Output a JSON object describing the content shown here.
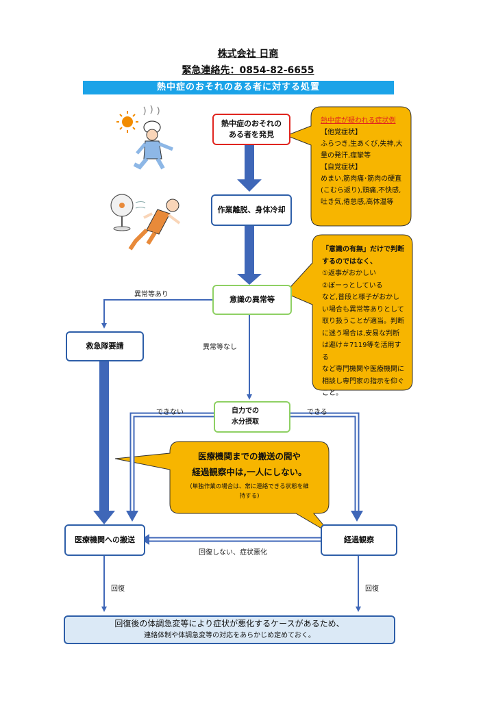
{
  "header": {
    "company": "株式会社 日商",
    "emergency_contact": "緊急連絡先：0854-82-6655"
  },
  "banner": "熱中症のおそれのある者に対する処置",
  "boxes": {
    "discover_line1": "熱中症のおそれの",
    "discover_line2": "ある者を発見",
    "cooling": "作業離脱、身体冷却",
    "consciousness": "意識の異常等",
    "ambulance": "救急隊要請",
    "hydration_line1": "自力での",
    "hydration_line2": "水分摂取",
    "transport": "医療機関への搬送",
    "observation": "経過観察"
  },
  "symptoms_note": {
    "title": "熱中症が疑われる症状例",
    "other_label": "【他覚症状】",
    "other_line1": "ふらつき,生あくび,失神,大",
    "other_line2": "量の発汗,痙攣等",
    "self_label": "【自覚症状】",
    "self_line1": "めまい,筋肉痛･筋肉の硬直",
    "self_line2": "(こむら返り),頭痛,不快感,",
    "self_line3": "吐き気,倦怠感,高体温等"
  },
  "consciousness_note": {
    "line1": "「意識の有無」だけで判断",
    "line2": "するのではなく、",
    "line3": "①返事がおかしい",
    "line4": "②ぼーっとしている",
    "line5": "など,普段と様子がおかし",
    "line6": "い場合も異常等ありとして",
    "line7": "取り扱うことが適当。判断",
    "line8": "に迷う場合は,安易な判断",
    "line9": "は避け＃7119等を活用する",
    "line10": "など専門機関や医療機関に",
    "line11": "相談し専門家の指示を仰ぐ",
    "line12": "こと。"
  },
  "alone_note": {
    "line1": "医療機関までの搬送の間や",
    "line2": "経過観察中は,一人にしない。",
    "small_line1": "(単独作業の場合は、常に連絡できる状態を維",
    "small_line2": "持する)"
  },
  "labels": {
    "abnormal_yes": "異常等あり",
    "abnormal_no": "異常等なし",
    "cannot": "できない",
    "can": "できる",
    "no_recovery": "回復しない、症状悪化",
    "recovery_left": "回復",
    "recovery_right": "回復"
  },
  "footer": {
    "line1": "回復後の体調急変等により症状が悪化するケースがあるため、",
    "line2": "連絡体制や体調急変等の対応をあらかじめ定めておく。"
  },
  "colors": {
    "banner": "#1ba3e8",
    "note_fill": "#f7b500",
    "arrow_blue": "#3f67b8",
    "border_red": "#e0251f",
    "border_green": "#8ed063",
    "border_blue": "#2d5ea8",
    "footer_fill": "#dbe9f6"
  },
  "icons": [
    "sun-icon",
    "dizzy-worker-illustration",
    "electric-fan-icon",
    "lying-worker-illustration",
    "water-bottle-icon"
  ]
}
